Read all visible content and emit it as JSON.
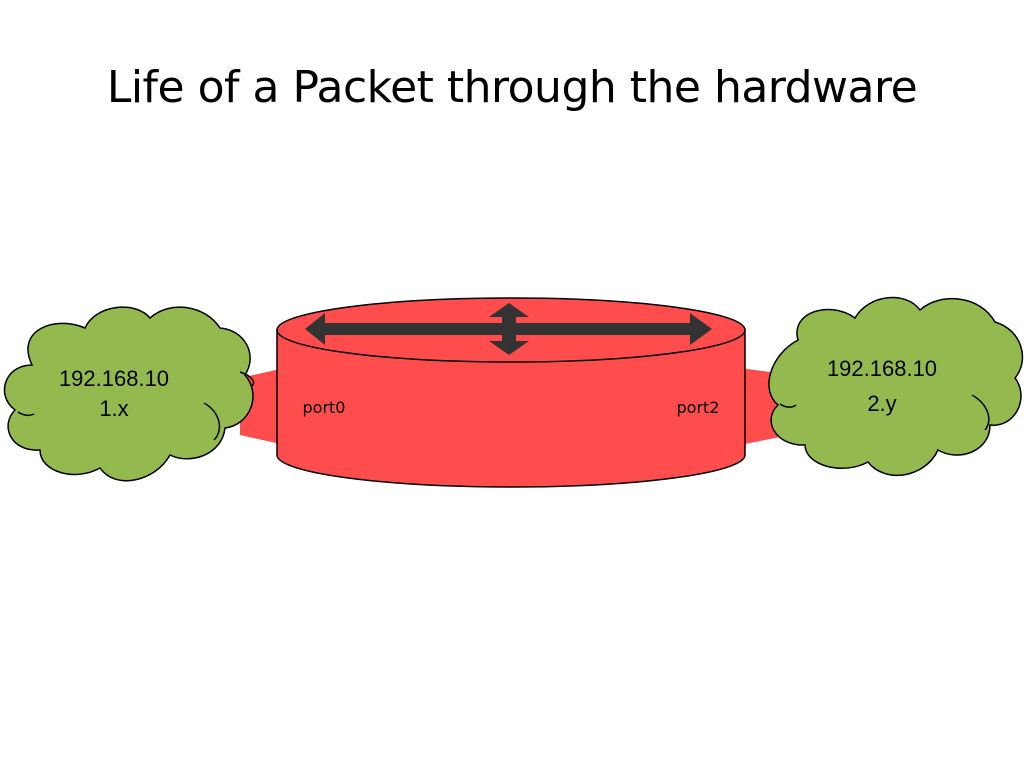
{
  "slide": {
    "title": "Life of a Packet through the hardware"
  },
  "diagram": {
    "left_network": {
      "label_line1": "192.168.10",
      "label_line2": "1.x"
    },
    "right_network": {
      "label_line1": "192.168.10",
      "label_line2": "2.y"
    },
    "switch": {
      "left_port": "port0",
      "right_port": "port2"
    }
  },
  "colors": {
    "router_fill": "#ff4d4d",
    "cloud_fill": "#93b94f",
    "arrow_fill": "#333333",
    "outline": "#000000"
  }
}
